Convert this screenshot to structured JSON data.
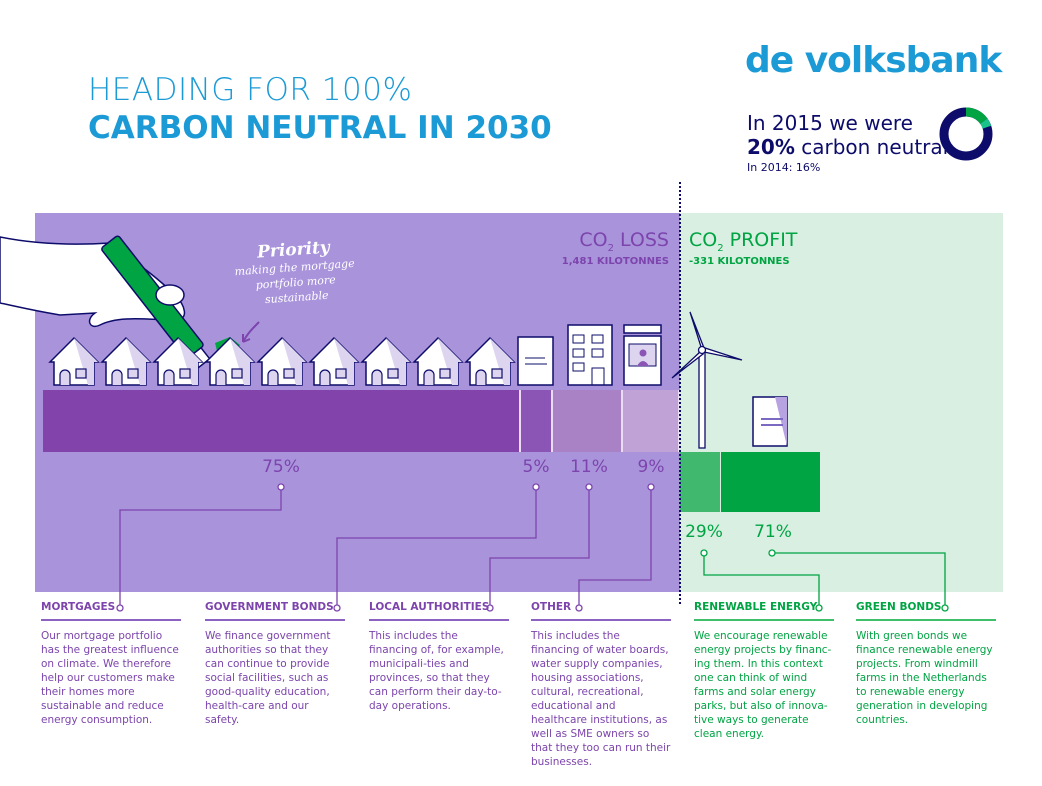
{
  "brand": {
    "logo": "de volksbank",
    "accent": "#1b9ad6"
  },
  "heading": {
    "line1": "HEADING FOR 100%",
    "line2": "CARBON NEUTRAL IN 2030"
  },
  "status": {
    "line1": "In 2015 we were",
    "value": "20%",
    "line2_rest": " carbon neutral.",
    "previous": "In 2014: 16%",
    "neutral_fraction": 0.2
  },
  "loss": {
    "title": "CO",
    "sub": "2",
    "title_rest": " LOSS",
    "amount": "1,481 KILOTONNES",
    "color": "#7c44ac"
  },
  "profit": {
    "title": "CO",
    "sub": "2",
    "title_rest": " PROFIT",
    "amount": "-331 KILOTONNES",
    "color": "#00a443"
  },
  "priority": {
    "title": "Priority",
    "text": "making the mortgage portfolio more sustainable"
  },
  "segments": [
    {
      "label": "75%",
      "value": 75,
      "color": "#8244ab"
    },
    {
      "label": "5%",
      "value": 5,
      "color": "#8a55b5"
    },
    {
      "label": "11%",
      "value": 11,
      "color": "#a982c6"
    },
    {
      "label": "9%",
      "value": 9,
      "color": "#c0a2d6"
    }
  ],
  "profit_segments": [
    {
      "label": "29%",
      "value": 29,
      "color": "#40b96e"
    },
    {
      "label": "71%",
      "value": 71,
      "color": "#00a443"
    }
  ],
  "columns": [
    {
      "title": "MORTGAGES",
      "text": "Our mortgage portfolio has the greatest influence on climate. We therefore help our customers make their homes more sustainable and reduce energy consumption."
    },
    {
      "title": "GOVERNMENT BONDS",
      "text": "We finance government authorities so that they can continue to provide social facilities, such as good-quality education, health-care and our safety."
    },
    {
      "title": "LOCAL AUTHORITIES",
      "text": "This includes the financing of, for example, municipali-ties and provinces, so that they can perform their day-to-day operations."
    },
    {
      "title": "OTHER",
      "text": "This includes the financing of water boards, water supply companies, housing associations, cultural, recreational, educational and healthcare institutions, as well as SME owners so that they too can run their businesses."
    },
    {
      "title": "RENEWABLE ENERGY",
      "text": "We encourage renewable energy projects by financ-ing them. In this context one can think of wind farms and solar energy parks, but also of innova-tive ways to generate clean energy."
    },
    {
      "title": "GREEN BONDS",
      "text": "With green bonds we finance renewable energy projects. From windmill farms in the Netherlands to renewable energy generation in developing countries."
    }
  ]
}
